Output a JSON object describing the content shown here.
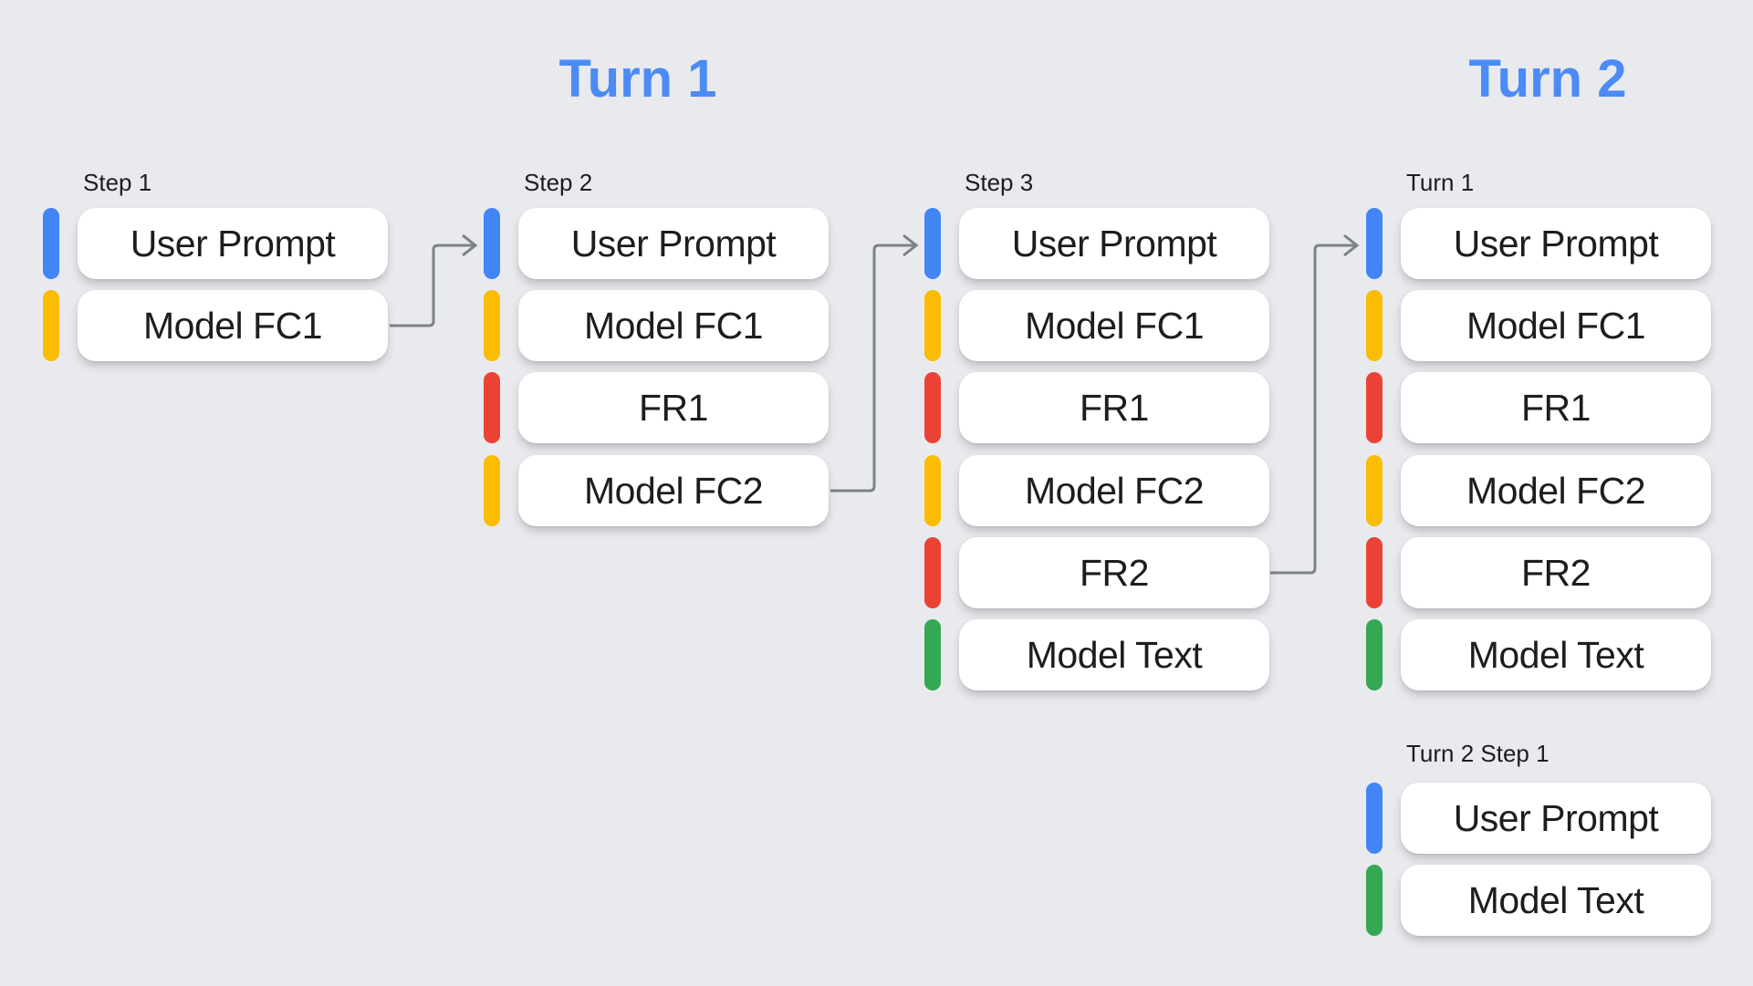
{
  "titles": {
    "turn1": "Turn 1",
    "turn2": "Turn 2"
  },
  "colors": {
    "blue": "#4285F4",
    "yellow": "#FBBC04",
    "red": "#EA4335",
    "green": "#34A853",
    "title_blue": "#4C8BF5",
    "arrow_gray": "#7E8186",
    "box_white": "#FFFFFF",
    "background": "#E8EAEE",
    "text_dark": "#1C1D1F"
  },
  "groups": [
    {
      "id": "step-1",
      "label": "Step 1",
      "items": [
        {
          "label": "User Prompt",
          "color": "blue"
        },
        {
          "label": "Model FC1",
          "color": "yellow"
        }
      ]
    },
    {
      "id": "step-2",
      "label": "Step 2",
      "items": [
        {
          "label": "User Prompt",
          "color": "blue"
        },
        {
          "label": "Model FC1",
          "color": "yellow"
        },
        {
          "label": "FR1",
          "color": "red"
        },
        {
          "label": "Model FC2",
          "color": "yellow"
        }
      ]
    },
    {
      "id": "step-3",
      "label": "Step 3",
      "items": [
        {
          "label": "User Prompt",
          "color": "blue"
        },
        {
          "label": "Model FC1",
          "color": "yellow"
        },
        {
          "label": "FR1",
          "color": "red"
        },
        {
          "label": "Model FC2",
          "color": "yellow"
        },
        {
          "label": "FR2",
          "color": "red"
        },
        {
          "label": "Model Text",
          "color": "green"
        }
      ]
    },
    {
      "id": "turn-1",
      "label": "Turn 1",
      "items": [
        {
          "label": "User Prompt",
          "color": "blue"
        },
        {
          "label": "Model FC1",
          "color": "yellow"
        },
        {
          "label": "FR1",
          "color": "red"
        },
        {
          "label": "Model FC2",
          "color": "yellow"
        },
        {
          "label": "FR2",
          "color": "red"
        },
        {
          "label": "Model Text",
          "color": "green"
        }
      ]
    },
    {
      "id": "turn-2-step-1",
      "label": "Turn 2 Step 1",
      "items": [
        {
          "label": "User Prompt",
          "color": "blue"
        },
        {
          "label": "Model Text",
          "color": "green"
        }
      ]
    }
  ],
  "arrows": [
    {
      "from": "step-1 / Model FC1",
      "to": "step-2 / User Prompt"
    },
    {
      "from": "step-2 / Model FC2",
      "to": "step-3 / User Prompt"
    },
    {
      "from": "step-3 / FR2",
      "to": "turn-1 / User Prompt"
    }
  ]
}
